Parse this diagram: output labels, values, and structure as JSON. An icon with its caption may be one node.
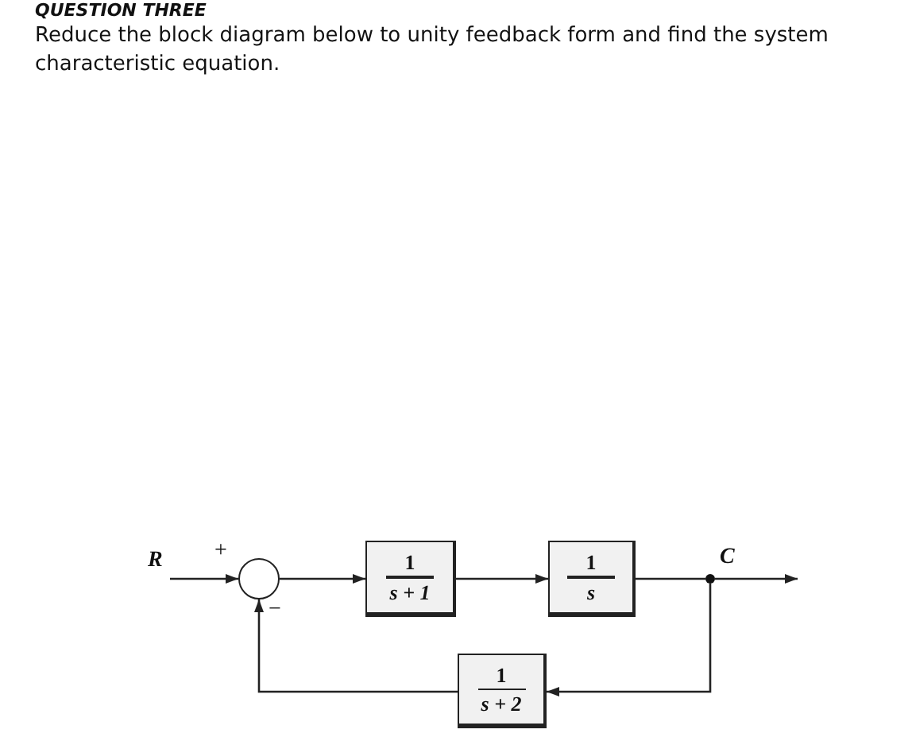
{
  "diagram": {
    "title": "QUESTION THREE",
    "nodes": [
      {
        "text": [
          "R"
        ]
      },
      {
        "text": [],
        "shape": "circle",
        "beside": [
          "+",
          "−"
        ]
      },
      {
        "text": [
          "1",
          "s + 1"
        ]
      },
      {
        "text": [
          "1",
          "s"
        ]
      },
      {
        "text": [],
        "shape": "dot"
      },
      {
        "text": [
          "1",
          "s + 2"
        ]
      }
    ],
    "edges": [
      {
        "from": 0,
        "to": 1,
        "arrow": "to"
      },
      {
        "from": 1,
        "to": 2,
        "arrow": "to"
      },
      {
        "from": 2,
        "to": 3,
        "arrow": "to"
      },
      {
        "from": 3,
        "to": 4,
        "arrow": "none"
      },
      {
        "from": 4,
        "to": null,
        "arrow": "to",
        "label": "C"
      },
      {
        "from": 4,
        "to": 5,
        "arrow": "to"
      },
      {
        "from": 5,
        "to": 1,
        "arrow": "to"
      }
    ],
    "labels": [
      "Reduce the block diagram below to unity feedback form and find the system characteristic equation."
    ]
  }
}
